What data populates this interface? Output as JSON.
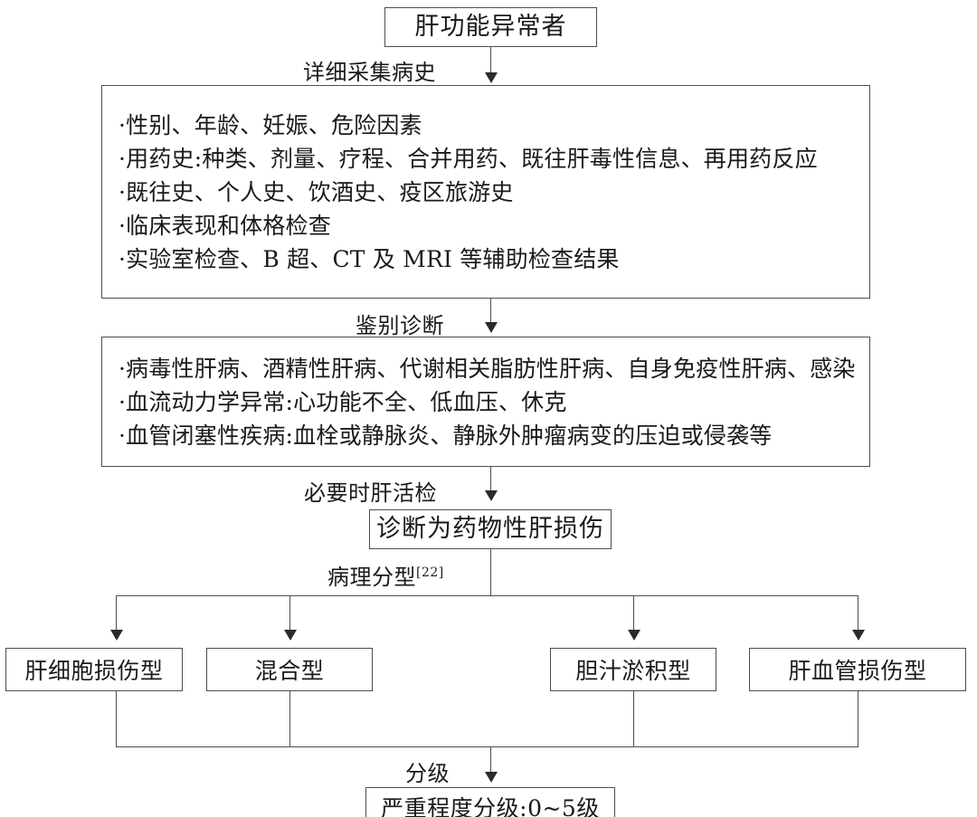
{
  "diagram": {
    "title_node": {
      "label": "肝功能异常者"
    },
    "edge_labels": {
      "history": "详细采集病史",
      "differential": "鉴别诊断",
      "biopsy": "必要时肝活检",
      "pathology_typing": "病理分型",
      "pathology_typing_ref": "[22]",
      "grading": "分级"
    },
    "history_box": {
      "items": [
        "·性别、年龄、妊娠、危险因素",
        "·用药史:种类、剂量、疗程、合并用药、既往肝毒性信息、再用药反应",
        "·既往史、个人史、饮酒史、疫区旅游史",
        "·临床表现和体格检查",
        "·实验室检查、B 超、CT 及 MRI 等辅助检查结果"
      ]
    },
    "differential_box": {
      "items": [
        "·病毒性肝病、酒精性肝病、代谢相关脂肪性肝病、自身免疫性肝病、感染",
        "·血流动力学异常:心功能不全、低血压、休克",
        "·血管闭塞性疾病:血栓或静脉炎、静脉外肿瘤病变的压迫或侵袭等"
      ]
    },
    "diagnosis_node": {
      "label": "诊断为药物性肝损伤"
    },
    "type_nodes": [
      {
        "label": "肝细胞损伤型"
      },
      {
        "label": "混合型"
      },
      {
        "label": "胆汁淤积型"
      },
      {
        "label": "肝血管损伤型"
      }
    ],
    "severity_node": {
      "label": "严重程度分级:0~5级"
    }
  }
}
